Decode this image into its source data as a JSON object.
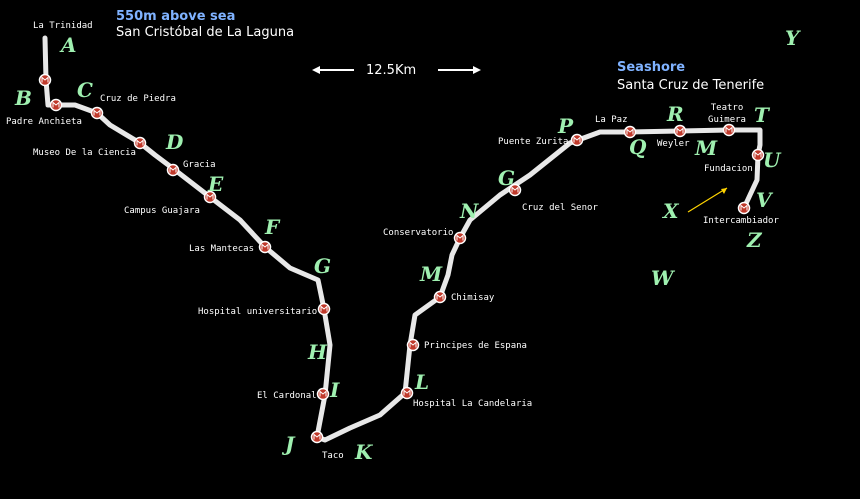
{
  "header_left": {
    "elevation": "550m above sea",
    "city": "San Cristóbal de La Laguna"
  },
  "header_right": {
    "elevation": "Seashore",
    "city": "Santa Cruz de Tenerife"
  },
  "scale": {
    "label": "12.5Km"
  },
  "colors": {
    "background": "#000000",
    "route": "#e8e8e8",
    "stop_marker": "#c0392b",
    "letter": "#9ff0b0",
    "header_accent": "#7fb2ff",
    "arrow": "#ffd400"
  },
  "stops": [
    {
      "name": "La Trinidad"
    },
    {
      "name": "Padre Anchieta"
    },
    {
      "name": "Cruz de Piedra"
    },
    {
      "name": "Museo De la Ciencia"
    },
    {
      "name": "Gracia"
    },
    {
      "name": "Campus Guajara"
    },
    {
      "name": "Las Mantecas"
    },
    {
      "name": "Hospital universitario"
    },
    {
      "name": "El Cardonal"
    },
    {
      "name": "Taco"
    },
    {
      "name": "Hospital La Candelaria"
    },
    {
      "name": "Principes de Espana"
    },
    {
      "name": "Chimisay"
    },
    {
      "name": "Conservatorio"
    },
    {
      "name": "Cruz del Senor"
    },
    {
      "name": "Puente Zurita"
    },
    {
      "name": "La Paz"
    },
    {
      "name": "Weyler"
    },
    {
      "name": "Teatro Guimera"
    },
    {
      "name": "Fundacion"
    },
    {
      "name": "Intercambiador"
    }
  ],
  "letters": [
    "A",
    "B",
    "C",
    "D",
    "E",
    "F",
    "G",
    "H",
    "I",
    "J",
    "K",
    "L",
    "M",
    "N",
    "G",
    "P",
    "Q",
    "R",
    "M",
    "T",
    "U",
    "V",
    "Z",
    "X",
    "Y",
    "W"
  ]
}
